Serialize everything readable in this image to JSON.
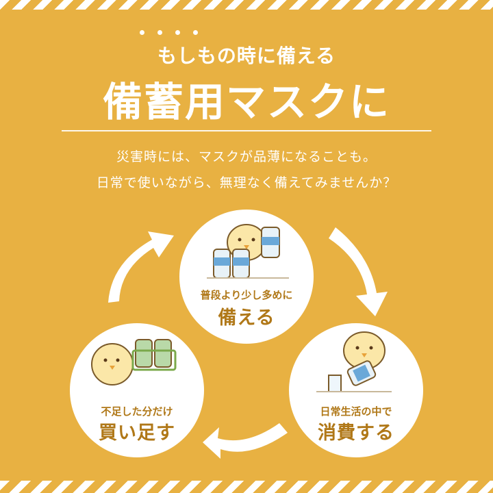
{
  "header": {
    "subtitle": "もしもの時に備える",
    "title": "備蓄用マスクに"
  },
  "description": {
    "line1": "災害時には、マスクが品薄になることも。",
    "line2": "日常で使いながら、無理なく備えてみませんか？"
  },
  "cycle": {
    "step_prepare": {
      "small": "普段より少し多めに",
      "big": "備える"
    },
    "step_consume": {
      "small": "日常生活の中で",
      "big": "消費する"
    },
    "step_restock": {
      "small": "不足した分だけ",
      "big": "買い足す"
    }
  },
  "colors": {
    "background": "#e8b142",
    "accent_text": "#b07818",
    "white": "#ffffff"
  },
  "icons": [
    "chick-with-water-bottles",
    "chick-pouring-water",
    "chick-with-basket",
    "cycle-arrow"
  ]
}
